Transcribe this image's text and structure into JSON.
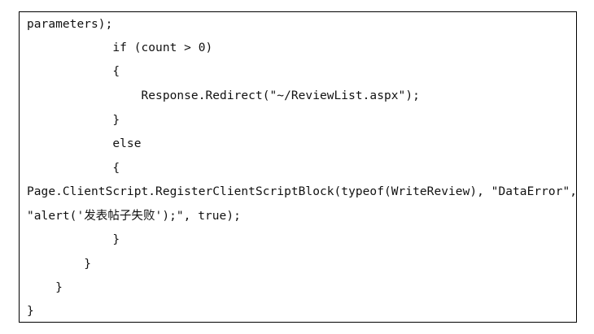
{
  "code": {
    "lines": [
      "parameters);",
      "            if (count > 0)",
      "            {",
      "                Response.Redirect(\"~/ReviewList.aspx\");",
      "            }",
      "            else",
      "            {",
      "Page.ClientScript.RegisterClientScriptBlock(typeof(WriteReview), \"DataError\",",
      "\"alert('发表帖子失败');\", true);",
      "            }",
      "        }",
      "    }",
      "}"
    ]
  }
}
